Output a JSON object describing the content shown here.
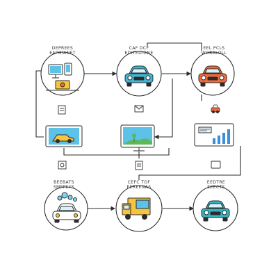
{
  "labels": {
    "n1_line1": "DEPREES",
    "n1_line2": "EAPGIANET",
    "n2_line1": "CAF DCF",
    "n2_line2": "EDITEDIONE",
    "n3_line1": "EEL PCLS",
    "n3_line2": "WOBALOLL",
    "n4_line1": "BEEBATS",
    "n4_line2": "SMPPEYS",
    "n5_line1": "CEFC TOF",
    "n5_line2": "EEREENAS",
    "n6_line1": "EEDTRE",
    "n6_line2": "EEECTS"
  },
  "colors": {
    "stroke": "#2b2b2b",
    "car_blue": "#3fb8d8",
    "car_orange": "#f26a3a",
    "car_yellow": "#f6c63c",
    "car_teal": "#35b3c2",
    "screen_blue": "#5cc2e8",
    "truck_yellow": "#f5c542",
    "chart_blue": "#3a8fd8",
    "grass_green": "#5bb85b",
    "bubble_cyan": "#7fd6ee"
  },
  "icons": {
    "n1": "computer-desk-icon",
    "n2": "blue-car-icon",
    "n3": "orange-car-icon",
    "n4": "white-car-bubbles-icon",
    "n5": "delivery-truck-icon",
    "n6": "teal-car-icon",
    "monitor_left": "monitor-car-icon",
    "monitor_mid": "monitor-landscape-icon",
    "monitor_right": "bar-chart-board-icon"
  }
}
